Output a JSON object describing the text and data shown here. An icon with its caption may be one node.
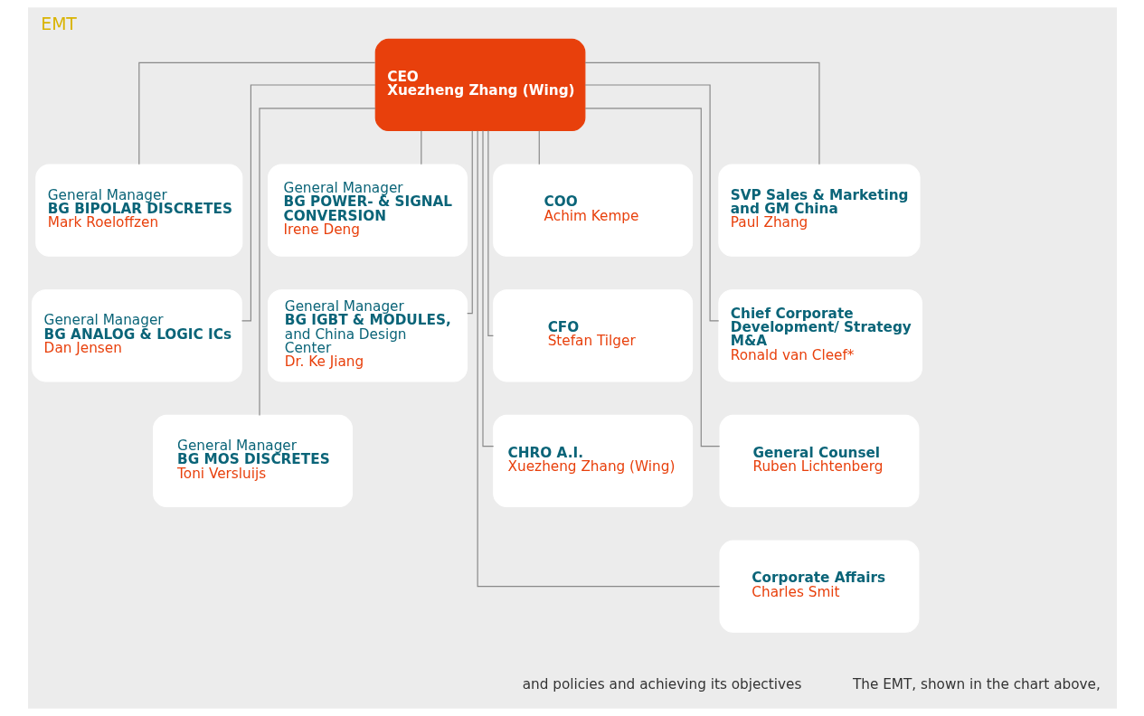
{
  "diagram": {
    "title": "EMT",
    "nodes": [
      {
        "text": [
          "CEO",
          "Xuezheng Zhang (Wing)"
        ]
      },
      {
        "text": [
          "General Manager",
          "BG BIPOLAR DISCRETES",
          "Mark Roeloffzen"
        ]
      },
      {
        "text": [
          "General Manager",
          "BG POWER- & SIGNAL CONVERSION",
          "Irene Deng"
        ]
      },
      {
        "text": [
          "COO",
          "Achim Kempe"
        ]
      },
      {
        "text": [
          "SVP Sales & Marketing and GM China",
          "Paul Zhang"
        ]
      },
      {
        "text": [
          "General Manager",
          "BG ANALOG & LOGIC ICs",
          "Dan Jensen"
        ]
      },
      {
        "text": [
          "General Manager",
          "BG IGBT & MODULES,",
          "and China Design Center",
          "Dr. Ke Jiang"
        ]
      },
      {
        "text": [
          "CFO",
          "Stefan Tilger"
        ]
      },
      {
        "text": [
          "Chief Corporate Development/ Strategy M&A",
          "Ronald van Cleef*"
        ]
      },
      {
        "text": [
          "General Manager",
          "BG MOS DISCRETES",
          "Toni Versluijs"
        ]
      },
      {
        "text": [
          "CHRO A.I.",
          "Xuezheng Zhang (Wing)"
        ]
      },
      {
        "text": [
          "General Counsel",
          "Ruben Lichtenberg"
        ]
      },
      {
        "text": [
          "Corporate Affairs",
          "Charles Smit"
        ]
      }
    ],
    "edges": [
      {
        "from": 0,
        "to": 1,
        "arrow": "none"
      },
      {
        "from": 0,
        "to": 2,
        "arrow": "none"
      },
      {
        "from": 0,
        "to": 5,
        "arrow": "none"
      },
      {
        "from": 0,
        "to": 6,
        "arrow": "none"
      },
      {
        "from": 0,
        "to": 9,
        "arrow": "none"
      },
      {
        "from": 0,
        "to": 3,
        "arrow": "none"
      },
      {
        "from": 0,
        "to": 4,
        "arrow": "none"
      },
      {
        "from": 0,
        "to": 7,
        "arrow": "none"
      },
      {
        "from": 0,
        "to": 8,
        "arrow": "none"
      },
      {
        "from": 0,
        "to": 10,
        "arrow": "none"
      },
      {
        "from": 0,
        "to": 11,
        "arrow": "none"
      },
      {
        "from": 0,
        "to": 12,
        "arrow": "none"
      }
    ],
    "labels": [
      "and policies and achieving its objectives",
      "The EMT, shown in the chart above,"
    ]
  }
}
